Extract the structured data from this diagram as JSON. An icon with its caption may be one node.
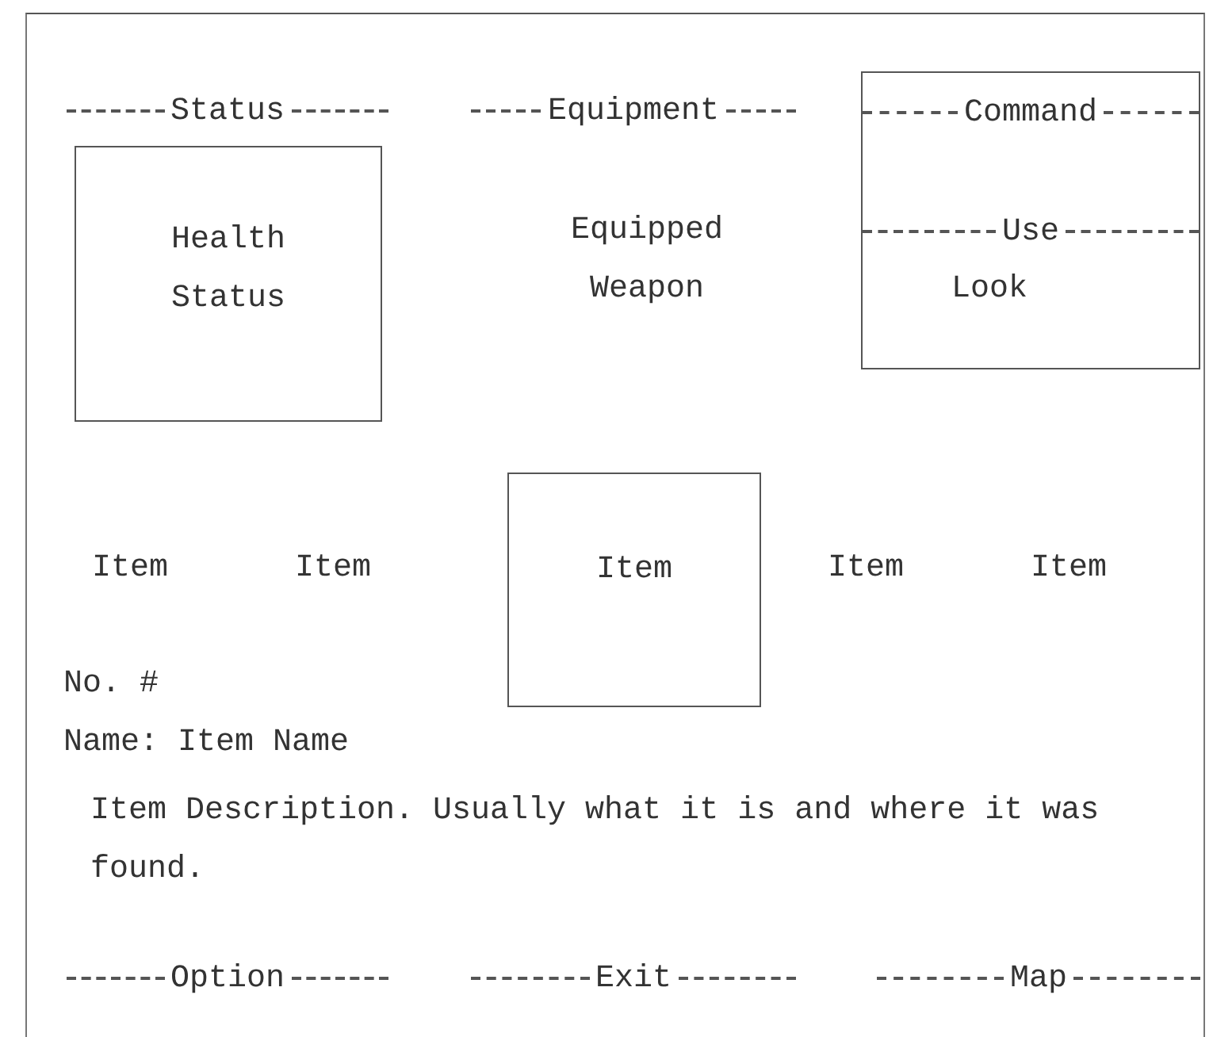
{
  "diagram": {
    "nodes": [
      {
        "text": [
          "Status",
          "Health Status"
        ]
      },
      {
        "text": [
          "Command",
          "Use",
          "Look"
        ]
      },
      {
        "text": [
          "Item"
        ]
      }
    ],
    "edges": [],
    "labels": [
      "Equipment",
      "Equipped Weapon",
      "Item",
      "Item",
      "Item",
      "Item",
      "No. #",
      "Name: Item Name",
      "Item Description. Usually what it is and where it was found.",
      "Option",
      "Exit",
      "Map"
    ]
  }
}
